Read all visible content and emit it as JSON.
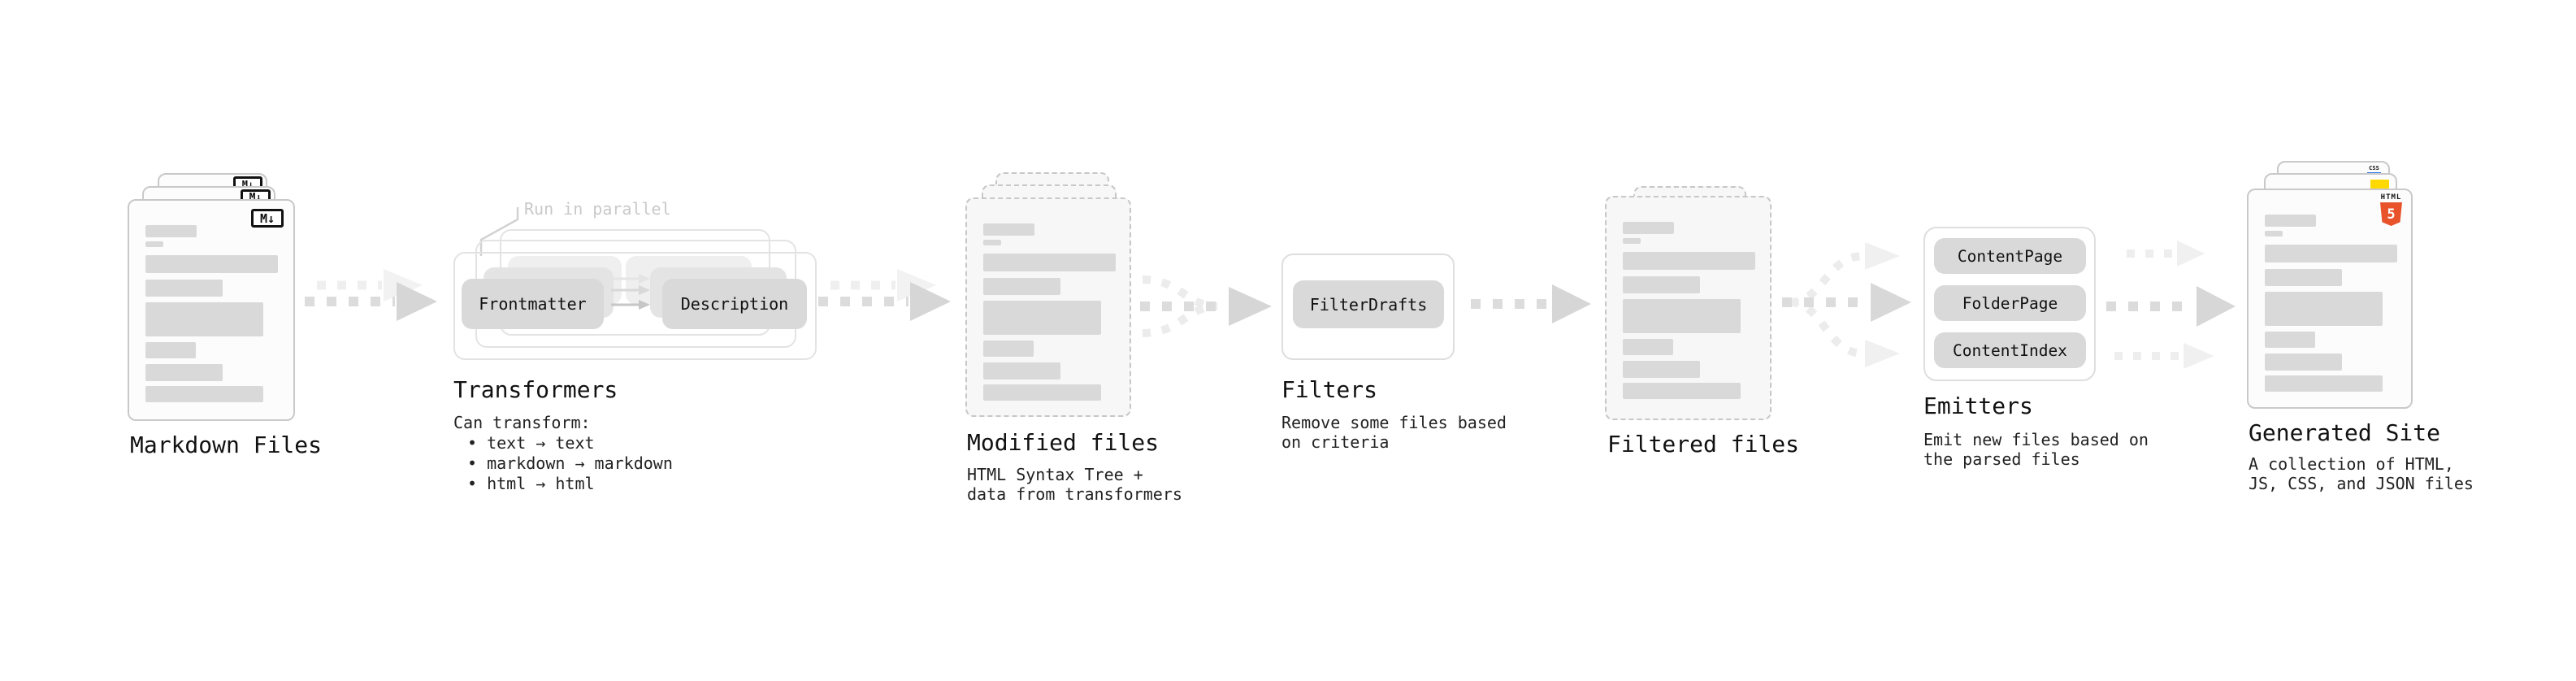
{
  "stages": {
    "markdown": {
      "label": "Markdown Files"
    },
    "transformers": {
      "label": "Transformers",
      "annotation": "Run in parallel",
      "node1": "Frontmatter",
      "node2": "Description",
      "desc1": "Can transform:",
      "desc2": "• text → text",
      "desc3": "• markdown → markdown",
      "desc4": "• html → html"
    },
    "modified": {
      "label": "Modified files",
      "desc1": "HTML Syntax Tree +",
      "desc2": "data from transformers"
    },
    "filters": {
      "label": "Filters",
      "node1": "FilterDrafts",
      "desc1": "Remove some files based",
      "desc2": "on criteria"
    },
    "filtered": {
      "label": "Filtered files"
    },
    "emitters": {
      "label": "Emitters",
      "node1": "ContentPage",
      "node2": "FolderPage",
      "node3": "ContentIndex",
      "desc1": "Emit new files based on",
      "desc2": "the parsed files"
    },
    "generated": {
      "label": "Generated Site",
      "desc1": "A collection of HTML,",
      "desc2": "JS, CSS, and JSON files"
    }
  },
  "icons": {
    "markdown": "M↓",
    "html_word": "HTML",
    "html_number": "5",
    "css_word": "CSS"
  },
  "colors": {
    "bar_gray": "#d9d9d9",
    "node_gray": "#d9d9d9",
    "card_border": "#c9c9c9",
    "arrow_dark": "#d7d7d7",
    "arrow_light": "#efefef",
    "html5_orange": "#e8532c",
    "js_yellow": "#ffd900",
    "css_blue": "#2470e8",
    "annotation_gray": "#c9c9c9"
  }
}
